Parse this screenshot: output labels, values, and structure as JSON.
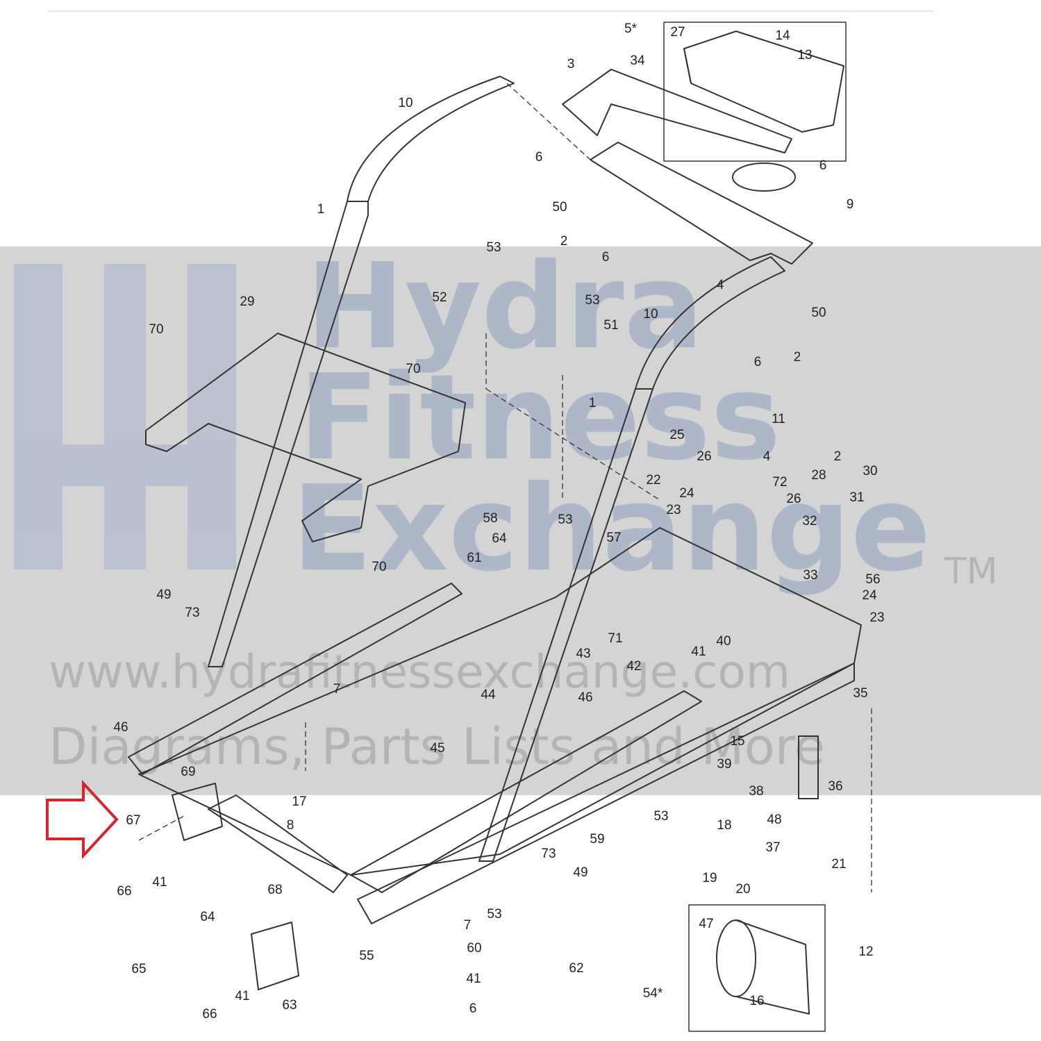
{
  "diagram": {
    "callouts": [
      "5*",
      "27",
      "14",
      "13",
      "34",
      "3",
      "10",
      "6",
      "6",
      "1",
      "50",
      "2",
      "6",
      "4",
      "9",
      "53",
      "52",
      "53",
      "51",
      "10",
      "50",
      "6",
      "2",
      "29",
      "70",
      "70",
      "70",
      "1",
      "11",
      "25",
      "26",
      "4",
      "2",
      "28",
      "30",
      "22",
      "24",
      "72",
      "26",
      "31",
      "23",
      "32",
      "58",
      "53",
      "64",
      "57",
      "61",
      "33",
      "56",
      "49",
      "73",
      "24",
      "23",
      "43",
      "71",
      "40",
      "41",
      "42",
      "44",
      "35",
      "7",
      "46",
      "46",
      "45",
      "15",
      "69",
      "39",
      "36",
      "17",
      "38",
      "53",
      "67",
      "8",
      "48",
      "59",
      "18",
      "37",
      "66",
      "41",
      "73",
      "49",
      "19",
      "21",
      "68",
      "20",
      "7",
      "53",
      "64",
      "47",
      "12",
      "60",
      "62",
      "65",
      "55",
      "41",
      "54*",
      "41",
      "66",
      "63",
      "6",
      "16"
    ],
    "highlight_arrow": {
      "color": "#d9232b",
      "target_label": "67"
    }
  },
  "watermark": {
    "brand_line1": "Hydra",
    "brand_line2": "Fitness",
    "brand_line3": "Exchange",
    "trademark": "TM",
    "url": "www.hydrafitnessexchange.com",
    "tagline": "Diagrams, Parts Lists and More",
    "band_color": "#d4d4d4"
  }
}
